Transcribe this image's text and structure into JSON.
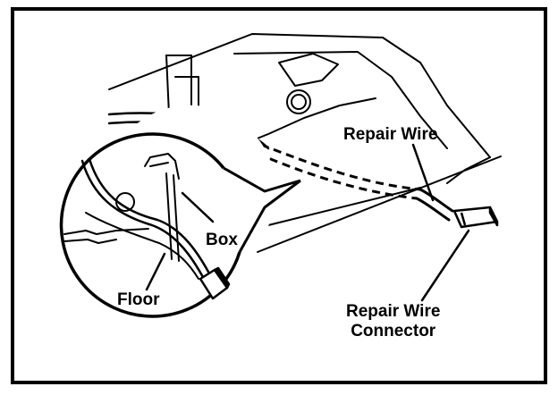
{
  "labels": {
    "repair_wire": "Repair Wire",
    "box": "Box",
    "floor": "Floor",
    "repair_wire_connector_line1": "Repair Wire",
    "repair_wire_connector_line2": "Connector"
  },
  "colors": {
    "ink": "#000000",
    "paper": "#ffffff"
  }
}
